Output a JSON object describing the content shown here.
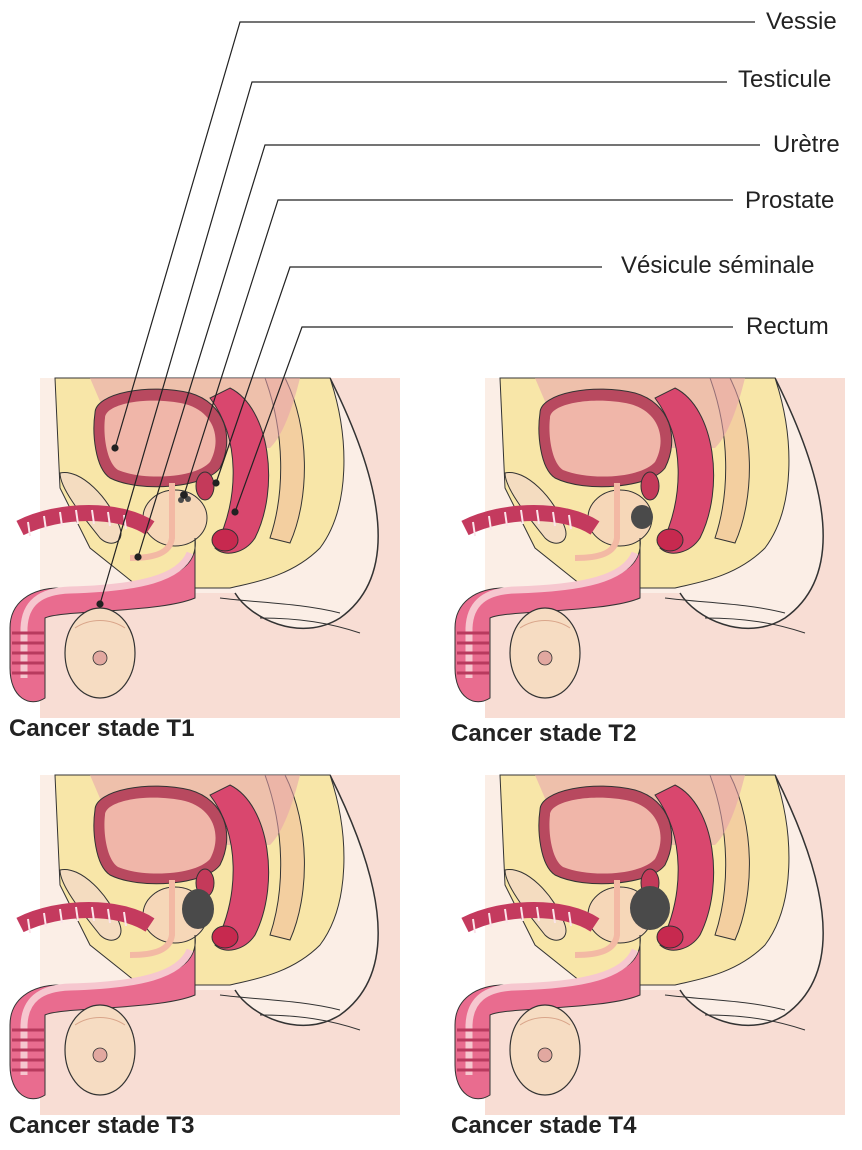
{
  "labels": {
    "vessie": "Vessie",
    "testicule": "Testicule",
    "uretre": "Urètre",
    "prostate": "Prostate",
    "vesicule": "Vésicule séminale",
    "rectum": "Rectum"
  },
  "panels": [
    {
      "caption": "Cancer stade T1",
      "tumor_stage": 1
    },
    {
      "caption": "Cancer stade T2",
      "tumor_stage": 2
    },
    {
      "caption": "Cancer stade T3",
      "tumor_stage": 3
    },
    {
      "caption": "Cancer stade T4",
      "tumor_stage": 4
    }
  ],
  "colors": {
    "skin": "#f8ddd4",
    "fat": "#f8e6a8",
    "bladder": "#b8495f",
    "bladder_inner": "#f0b6a9",
    "penis": "#e96c8f",
    "penis_stripe": "#b83a5e",
    "testis": "#f6dcc2",
    "rectum": "#d9476e",
    "bone": "#f3cfa0",
    "tumor": "#4a4a4a",
    "line": "#222222"
  }
}
